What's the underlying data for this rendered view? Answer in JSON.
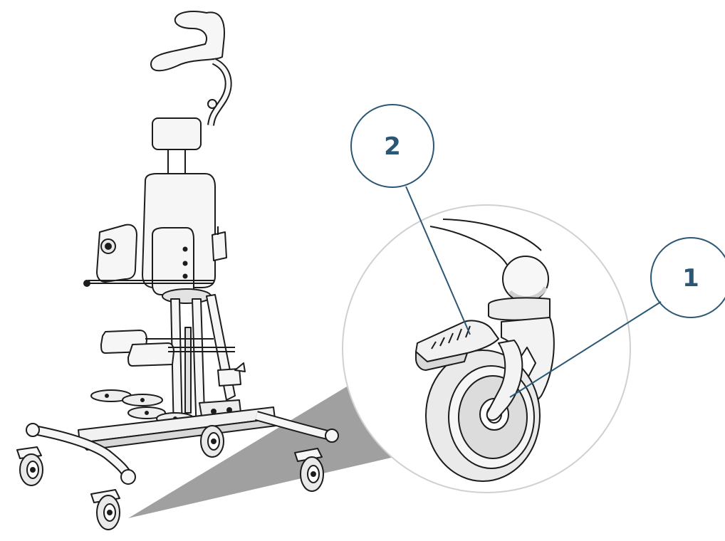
{
  "figure": {
    "description_icon": "stander-device-illustration",
    "callouts": [
      {
        "label": "1",
        "part": "caster-wheel"
      },
      {
        "label": "2",
        "part": "caster-brake-pedal"
      }
    ],
    "colors": {
      "callout_stroke": "#2b5775",
      "callout_text": "#2b5775",
      "zoom_wedge": "#8a8a8a",
      "line_art": "#1c1c1c",
      "part_fill": "#f4f4f4",
      "shadow_fill": "#cfcfcf"
    }
  }
}
